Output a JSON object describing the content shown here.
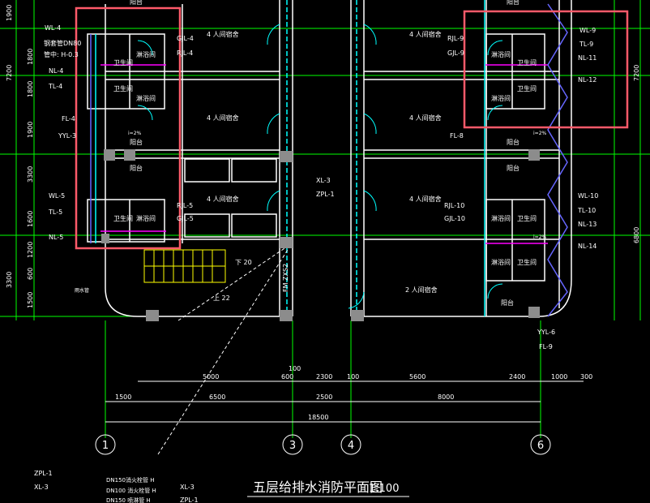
{
  "title": "五层给排水消防平面图",
  "scale": "1:100",
  "colors": {
    "background": "#000000",
    "wall": "#ffffff",
    "grid": "#00ff00",
    "text": "#ffffff",
    "dimension": "#ffffff",
    "label_line": "#00ff00",
    "cyan_pipe": "#00ffff",
    "blue_pipe": "#6666ff",
    "magenta_pipe": "#ff00ff",
    "column": "#8c8c8c",
    "yellow": "#ffff00",
    "highlight": "#ff5a6a"
  },
  "rooms": {
    "dorm_4": "4 人间宿舍",
    "dorm_2": "2 人间宿舍",
    "bathroom": "卫生间",
    "shower": "淋浴间",
    "balcony": "阳台"
  },
  "left_labels": [
    "WL-4",
    "钢套管DN80",
    "管中: H-0.3",
    "NL-4",
    "TL-4",
    "FL-4",
    "YYL-3",
    "WL-5",
    "TL-5",
    "NL-5"
  ],
  "left_center_labels": [
    "GJL-4",
    "RJL-4",
    "RJL-5",
    "GJL-5"
  ],
  "right_inner_labels": [
    "RJL-9",
    "GJL-9",
    "FL-8",
    "RJL-10",
    "GJL-10"
  ],
  "right_labels": [
    "WL-9",
    "TL-9",
    "NL-11",
    "NL-12",
    "WL-10",
    "TL-10",
    "NL-13",
    "NL-14"
  ],
  "bottom_right_labels": [
    "YYL-6",
    "FL-9"
  ],
  "center_labels": [
    "XL-3",
    "ZPL-1",
    "下 20",
    "上 22",
    "FM ZXS2"
  ],
  "misc_labels": [
    "雨水管",
    "i=2%"
  ],
  "left_dims": [
    "1900",
    "1800",
    "7200",
    "1800",
    "1900",
    "3300",
    "1600",
    "3300",
    "1200",
    "600",
    "1500"
  ],
  "right_dims": [
    "7200",
    "6800"
  ],
  "bottom_dims_row1": [
    "5000",
    "600",
    "2300",
    "100",
    "5600",
    "2400",
    "1000",
    "300"
  ],
  "bottom_dims_row2": [
    "1500",
    "6500",
    "2500",
    "8000"
  ],
  "bottom_total": "18500",
  "bottom_small": "100",
  "axis_labels": [
    "1",
    "3",
    "4",
    "6"
  ],
  "legend_left": [
    "ZPL-1",
    "XL-3"
  ],
  "legend_mid": [
    "DN150消火栓管 H",
    "DN100 消火栓管 H",
    "DN150 喷淋管 H"
  ],
  "legend_right": [
    "XL-3",
    "ZPL-1"
  ]
}
